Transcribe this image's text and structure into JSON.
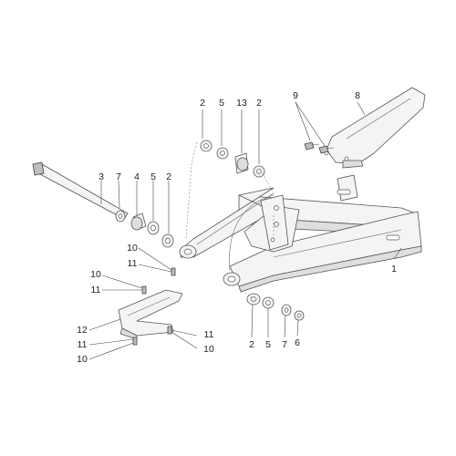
{
  "diagram": {
    "labels": {
      "l1": "1",
      "l2a": "2",
      "l5a": "5",
      "l13": "13",
      "l2b": "2",
      "l9": "9",
      "l8": "8",
      "l3": "3",
      "l7a": "7",
      "l4": "4",
      "l5b": "5",
      "l2c": "2",
      "l10a": "10",
      "l11a": "11",
      "l10b": "10",
      "l11b": "11",
      "l12": "12",
      "l11c": "11",
      "l10c": "10",
      "l11d": "11",
      "l10d": "10",
      "l2d": "2",
      "l5c": "5",
      "l7b": "7",
      "l6": "6"
    }
  }
}
